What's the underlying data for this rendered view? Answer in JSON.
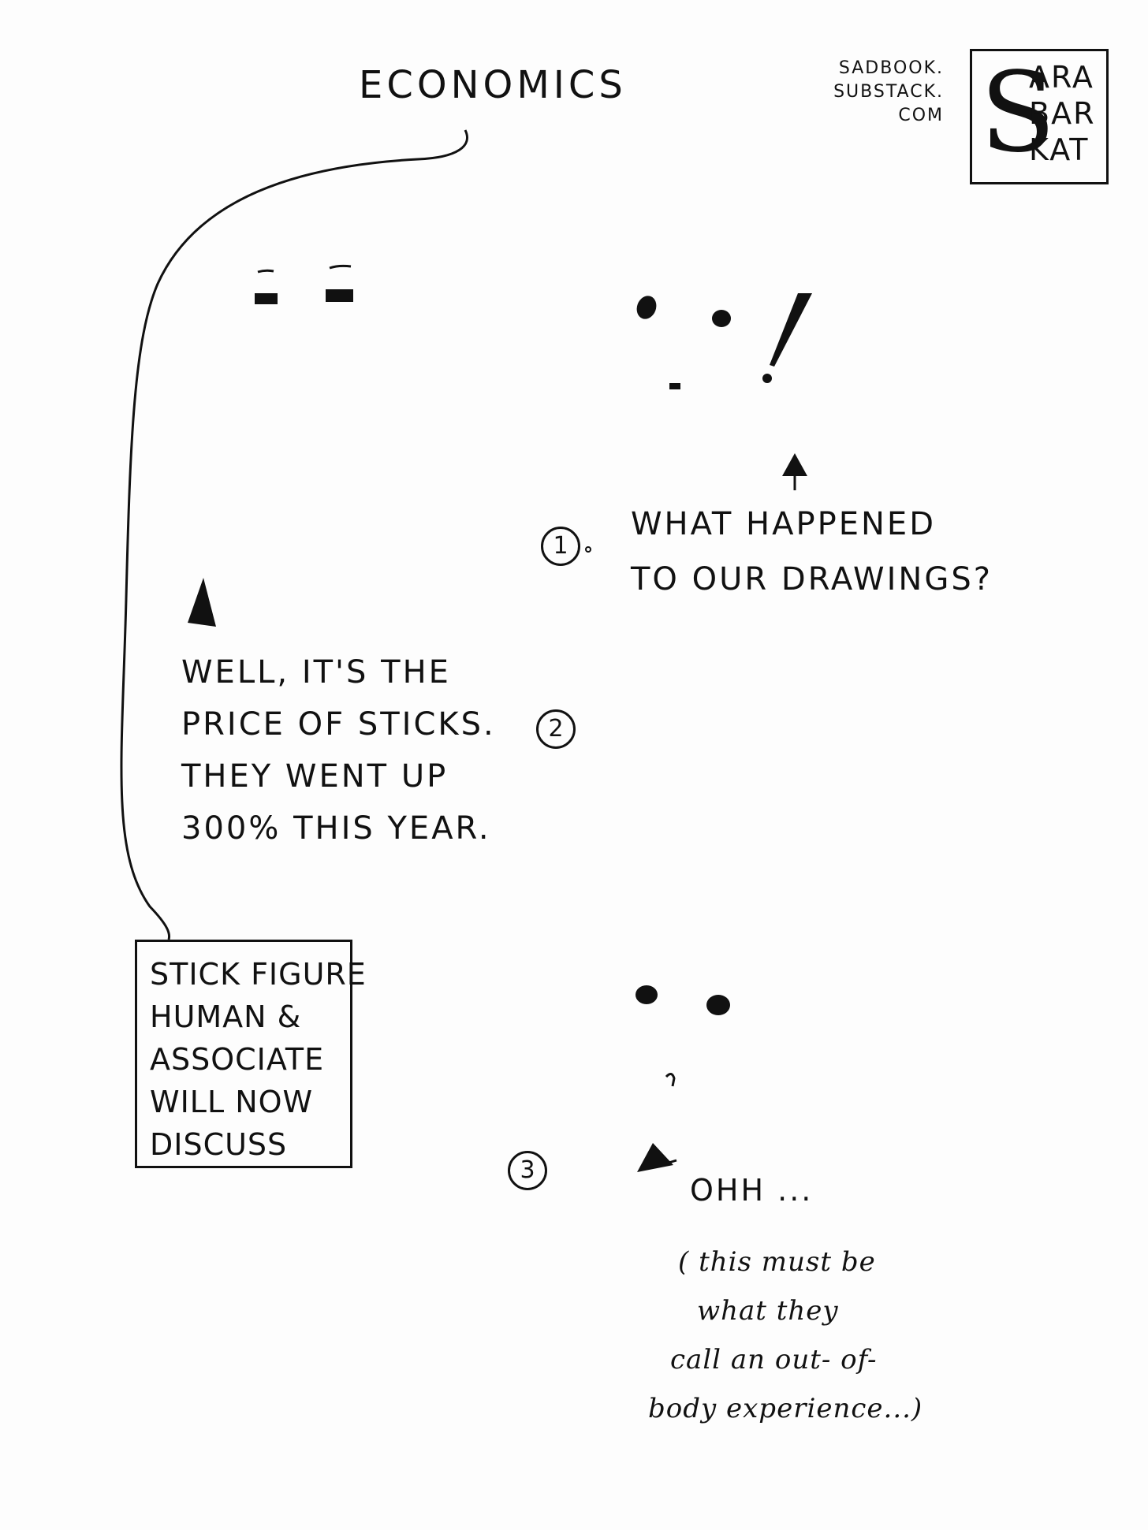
{
  "title": "ECONOMICS",
  "site_lines": [
    "SADBOOK.",
    "SUBSTACK.",
    "COM"
  ],
  "logo": {
    "letter": "S",
    "lines": [
      "ARA",
      "BAR",
      "KAT"
    ]
  },
  "panels": [
    {
      "number": "1",
      "text_lines": [
        "WHAT HAPPENED",
        "TO OUR DRAWINGS?"
      ]
    },
    {
      "number": "2",
      "text_lines": [
        "WELL, IT'S THE",
        "PRICE OF STICKS.",
        "THEY WENT UP",
        "300% THIS YEAR."
      ]
    },
    {
      "number": "3",
      "text_lines": [
        "OHH ..."
      ]
    }
  ],
  "caption_lines": [
    "STICK FIGURE",
    "HUMAN &",
    "ASSOCIATE",
    "WILL NOW",
    "DISCUSS"
  ],
  "aside_lines": [
    "( this must be",
    "what they",
    "call an out- of-",
    "body experience...)"
  ]
}
